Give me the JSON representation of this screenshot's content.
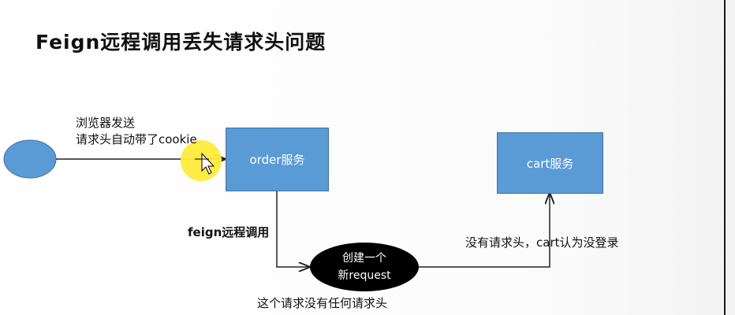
{
  "title": "Feign远程调用丢失请求头问题",
  "browser_note": {
    "line1": "浏览器发送",
    "line2": "请求头自动带了cookie"
  },
  "order_service": {
    "label": "order服务"
  },
  "cart_service": {
    "label": "cart服务"
  },
  "feign_label": "feign远程调用",
  "new_request": {
    "line1": "创建一个",
    "line2": "新request"
  },
  "no_headers_note": "这个请求没有任何请求头",
  "cart_note": "没有请求头，cart认为没登录",
  "colors": {
    "box_fill": "#5b9bd5",
    "start_node": "#5b9bd5",
    "new_request_oval": "#000000",
    "cursor_highlight": "#ffeb3b"
  }
}
